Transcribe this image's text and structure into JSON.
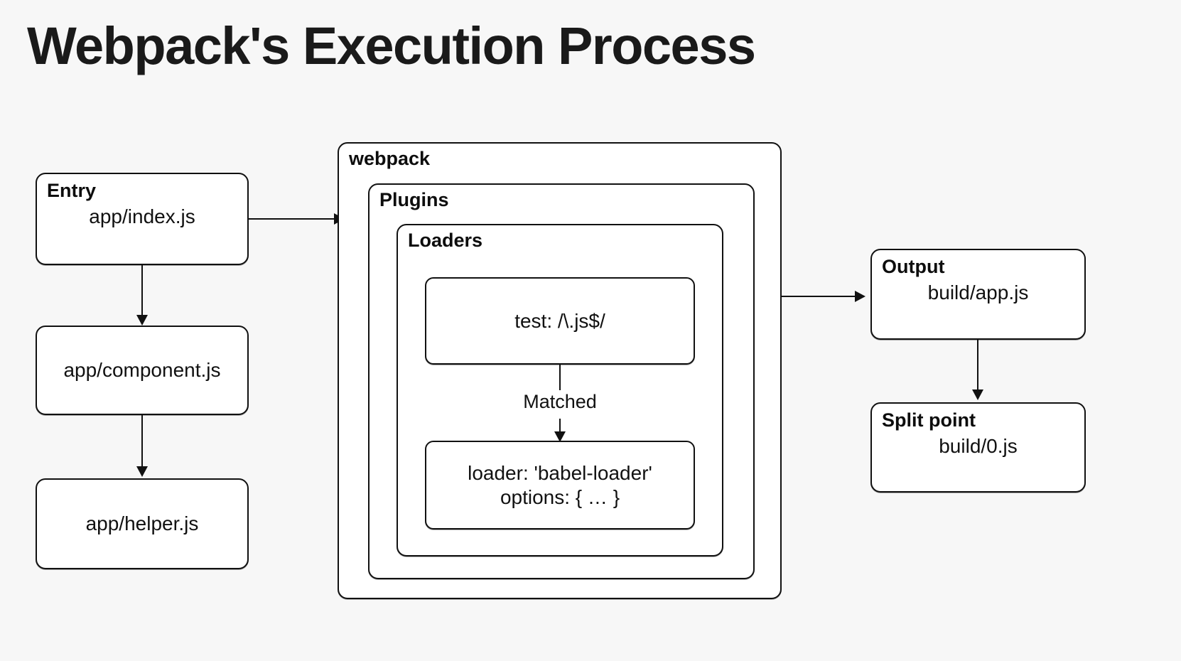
{
  "title": "Webpack's Execution Process",
  "theme": {
    "background": "#f7f7f7",
    "node_fill": "#ffffff",
    "stroke": "#111111",
    "text": "#111111"
  },
  "left_column": {
    "entry": {
      "header": "Entry",
      "value": "app/index.js"
    },
    "component": {
      "value": "app/component.js"
    },
    "helper": {
      "value": "app/helper.js"
    }
  },
  "webpack": {
    "label": "webpack",
    "plugins": {
      "label": "Plugins",
      "loaders": {
        "label": "Loaders",
        "test_rule": {
          "value": "test: /\\.js$/"
        },
        "match_label": "Matched",
        "loader_rule": {
          "line1": "loader: 'babel-loader'",
          "line2": "options: { … }"
        }
      }
    }
  },
  "right_column": {
    "output": {
      "header": "Output",
      "value": "build/app.js"
    },
    "split_point": {
      "header": "Split point",
      "value": "build/0.js"
    }
  },
  "edges": [
    {
      "name": "entry-to-webpack",
      "from": "entry",
      "to": "webpack"
    },
    {
      "name": "entry-to-component",
      "from": "entry",
      "to": "component"
    },
    {
      "name": "component-to-helper",
      "from": "component",
      "to": "helper"
    },
    {
      "name": "test-to-loader",
      "from": "test-rule",
      "to": "loader-rule",
      "label": "Matched"
    },
    {
      "name": "webpack-to-output",
      "from": "webpack",
      "to": "output"
    },
    {
      "name": "output-to-split-point",
      "from": "output",
      "to": "split-point"
    }
  ]
}
